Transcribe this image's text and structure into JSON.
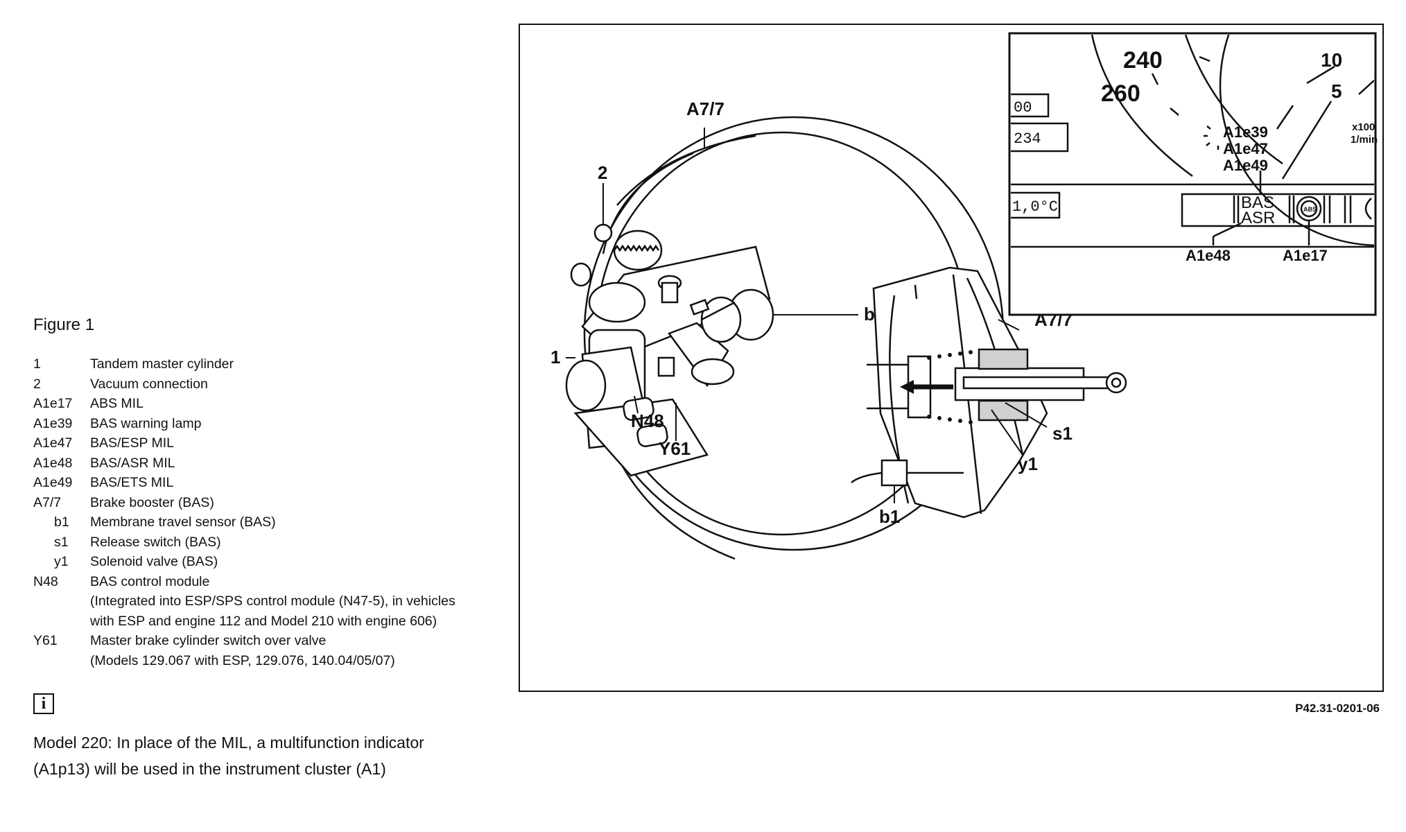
{
  "figure_title": "Figure 1",
  "legend": [
    {
      "code": "1",
      "desc": "Tandem master cylinder"
    },
    {
      "code": "2",
      "desc": "Vacuum connection"
    },
    {
      "code": "A1e17",
      "desc": "ABS MIL"
    },
    {
      "code": "A1e39",
      "desc": "BAS warning lamp"
    },
    {
      "code": "A1e47",
      "desc": "BAS/ESP MIL"
    },
    {
      "code": "A1e48",
      "desc": "BAS/ASR MIL"
    },
    {
      "code": "A1e49",
      "desc": "BAS/ETS MIL"
    },
    {
      "code": "A7/7",
      "desc": "Brake booster (BAS)"
    },
    {
      "code": "b1",
      "desc": "Membrane travel sensor (BAS)"
    },
    {
      "code": "s1",
      "desc": "Release switch (BAS)"
    },
    {
      "code": "y1",
      "desc": "Solenoid valve (BAS)"
    },
    {
      "code": "N48",
      "desc": "BAS control module"
    },
    {
      "code": "",
      "desc": "(Integrated into ESP/SPS control module (N47-5), in vehicles"
    },
    {
      "code": "",
      "desc": "with ESP and engine 112 and Model 210 with engine 606)"
    },
    {
      "code": "Y61",
      "desc": "Master brake cylinder switch over valve"
    },
    {
      "code": "",
      "desc": "(Models 129.067 with ESP, 129.076, 140.04/05/07)"
    }
  ],
  "info_icon": "i",
  "note": "Model 220: In place of the MIL, a multifunction indicator (A1p13) will be used in the instrument cluster (A1)",
  "reference": "P42.31-0201-06",
  "diagram_labels": {
    "booster_top": "A7/7",
    "vacuum": "2",
    "cylinder": "1",
    "module": "N48",
    "valve": "Y61",
    "sensor_right": "b1",
    "booster_section": "A7/7",
    "switch": "s1",
    "solenoid": "y1",
    "sensor_bottom": "b1"
  },
  "cluster": {
    "speed_240": "240",
    "speed_260": "260",
    "rpm_10": "10",
    "rpm_5": "5",
    "rpm_unit_1": "x100",
    "rpm_unit_2": "1/min",
    "display_1": "00",
    "display_2": "234",
    "display_3": "1,0°C",
    "lamp_labels": [
      "A1e39",
      "A1e47",
      "A1e49"
    ],
    "bas": "BAS",
    "asr": "ASR",
    "abs": "ABS",
    "label_a1e48": "A1e48",
    "label_a1e17": "A1e17"
  }
}
